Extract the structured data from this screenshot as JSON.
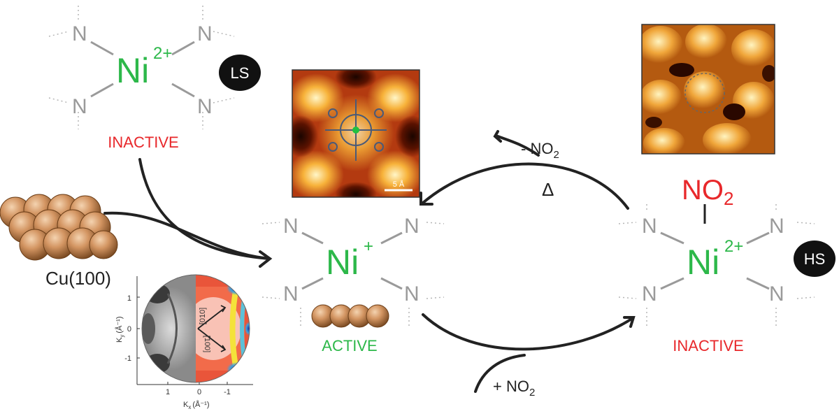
{
  "top_left_complex": {
    "atom": "N",
    "metal": "Ni",
    "charge": "2+",
    "spin_badge": "LS",
    "state": "INACTIVE"
  },
  "center_complex": {
    "atom": "N",
    "metal": "Ni",
    "charge": "+",
    "state": "ACTIVE",
    "stm_scale": "5 Å"
  },
  "right_complex": {
    "atom": "N",
    "metal": "Ni",
    "charge": "2+",
    "ligand": "NO",
    "ligand_sub": "2",
    "spin_badge": "HS",
    "state": "INACTIVE"
  },
  "substrate": {
    "label": "Cu(100)"
  },
  "arrows": {
    "desorb_label": "- NO",
    "desorb_sub": "2",
    "heat_label": "Δ",
    "adsorb_label": "+ NO",
    "adsorb_sub": "2"
  },
  "pes_plot": {
    "ky_label": "K",
    "ky_sub": "y",
    "kx_label": "K",
    "kx_sub": "x",
    "unit": "(Å⁻¹)",
    "y_ticks": [
      "1",
      "0",
      "-1"
    ],
    "x_ticks": [
      "1",
      "0",
      "-1"
    ],
    "dir_010": "[010]",
    "dir_100": "[100]"
  },
  "colors": {
    "green": "#2db84a",
    "red": "#e8282b",
    "nitrogen_gray": "#9a9a9a",
    "copper": "#c98a55"
  }
}
